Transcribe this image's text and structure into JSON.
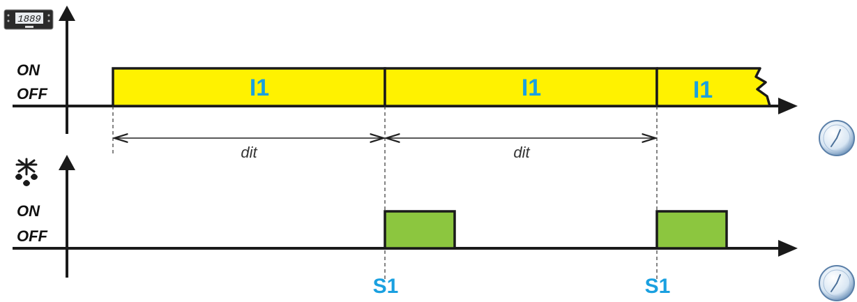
{
  "top_chart": {
    "on_label": "ON",
    "off_label": "OFF",
    "device_display_text": "1889",
    "interval_labels": [
      "I1",
      "I1",
      "I1"
    ],
    "interval_color": "#fff200",
    "dimension_labels": [
      "dit",
      "dit"
    ]
  },
  "bottom_chart": {
    "on_label": "ON",
    "off_label": "OFF",
    "pulse_color": "#8cc63f",
    "step_labels": [
      "S1",
      "S1"
    ]
  },
  "icons": {
    "device": "controller-display-icon",
    "defrost": "defrost-snowflake-drops-icon",
    "clock": "clock-icon"
  },
  "colors": {
    "accent_text": "#1aa0e0",
    "axis": "#1a1a1a"
  }
}
